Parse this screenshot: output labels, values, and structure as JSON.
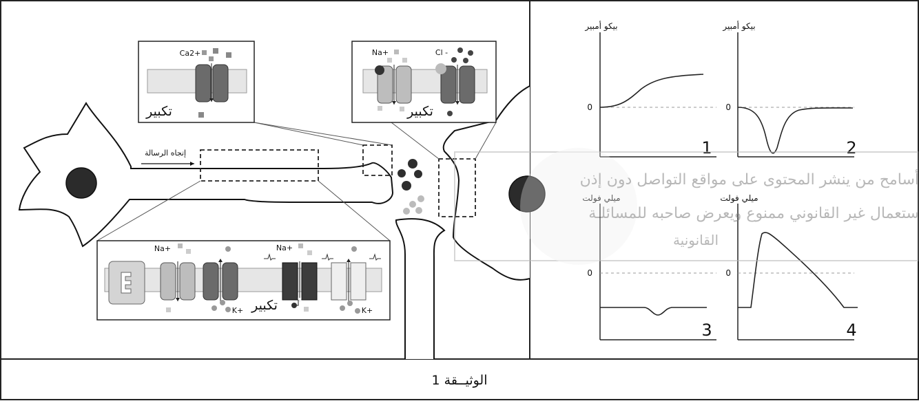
{
  "caption": "الوثيــقة 1",
  "watermark": {
    "line1": "أسامح من ينشر المحتوى على مواقع التواصل دون إذن",
    "line2": "ستعمال غير القانوني ممنوع ويعرض صاحبه للمسائلـة",
    "line3": "القانونية"
  },
  "diagram": {
    "direction_label": "إتجاه الرسالة",
    "zoom_label": "تكبير",
    "ions": {
      "ca": "Ca2+",
      "na": "Na+",
      "cl": "Cl -",
      "k": "K+"
    }
  },
  "graphs": [
    {
      "number": "1",
      "unit": "بيكو أمبير",
      "zero": "0"
    },
    {
      "number": "2",
      "unit": "بيكو أمبير",
      "zero": "0"
    },
    {
      "number": "3",
      "unit": "ميلي فولت",
      "zero": "0"
    },
    {
      "number": "4",
      "unit": "ميلي فولت",
      "zero": "0"
    }
  ],
  "colors": {
    "border": "#222222",
    "dark": "#3c3c3c",
    "mid": "#6b6b6b",
    "light": "#bdbdbd"
  }
}
